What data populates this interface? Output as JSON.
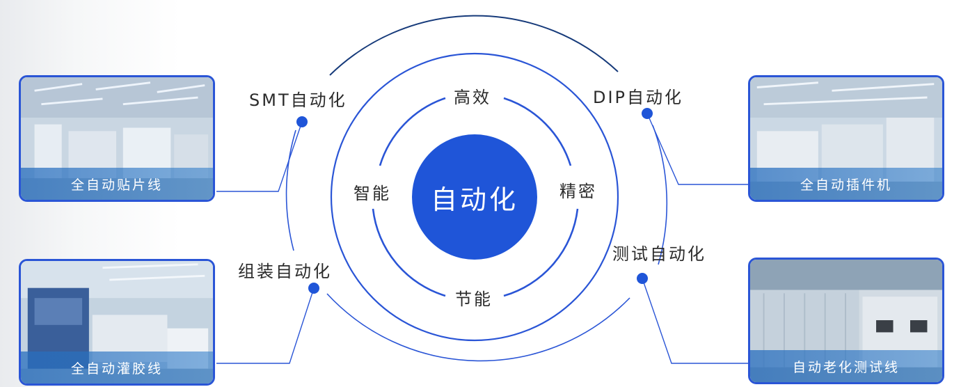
{
  "center": {
    "label": "自动化"
  },
  "inner_ring": {
    "top": "高效",
    "left": "智能",
    "right": "精密",
    "bottom": "节能"
  },
  "outer_ring": {
    "top_left": "SMT自动化",
    "top_right": "DIP自动化",
    "bottom_left": "组装自动化",
    "bottom_right": "测试自动化"
  },
  "cards": {
    "top_left": "全自动贴片线",
    "bottom_left": "全自动灌胶线",
    "top_right": "全自动插件机",
    "bottom_right": "自动老化测试线"
  },
  "colors": {
    "accent": "#1f55d8",
    "line": "#2a55d6",
    "dark_arc": "#163a7a",
    "text": "#2b2b2b"
  }
}
